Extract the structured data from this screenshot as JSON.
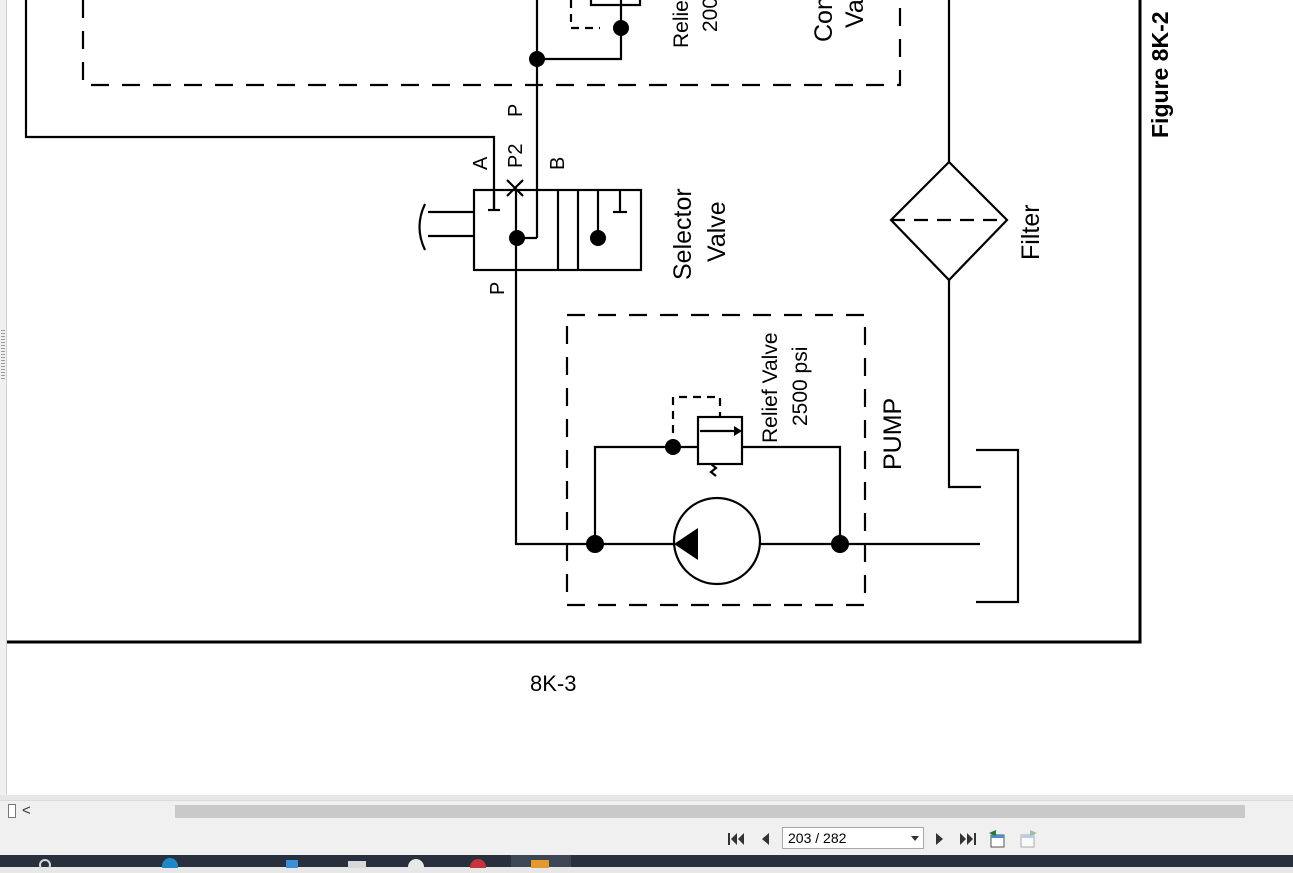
{
  "diagram": {
    "labels": {
      "relief_top_1": "Relie",
      "relief_top_2": "200",
      "control_1": "Con",
      "control_2": "Va",
      "figure": "Figure 8K-2",
      "port_p_upper": "P",
      "port_a": "A",
      "port_p2": "P2",
      "port_b": "B",
      "port_p_lower": "P",
      "selector_1": "Selector",
      "selector_2": "Valve",
      "filter": "Filter",
      "relief_1": "Relief Valve",
      "relief_2": "2500 psi",
      "pump": "PUMP"
    },
    "page_number": "8K-3"
  },
  "navigation": {
    "page_indicator": "203 / 282"
  }
}
